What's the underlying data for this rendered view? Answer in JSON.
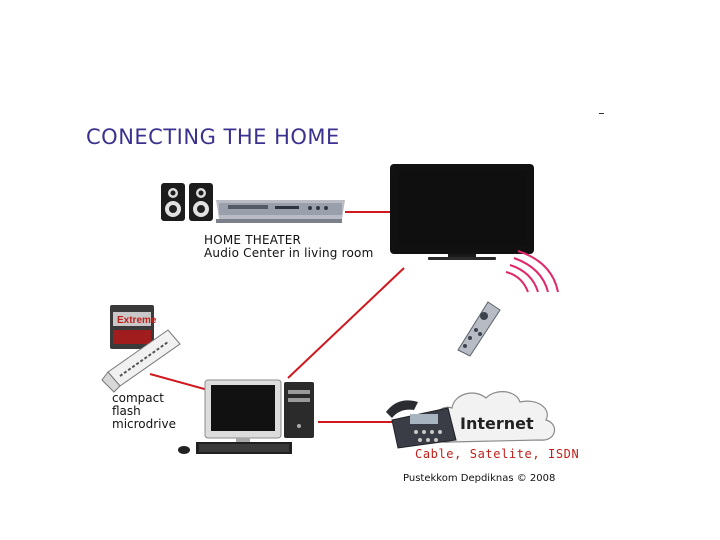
{
  "title": "CONECTING THE HOME",
  "home_theater": {
    "line1": "HOME THEATER",
    "line2": "Audio Center in living room"
  },
  "storage": {
    "lines": [
      "compact",
      "flash",
      "microdrive"
    ]
  },
  "internet": {
    "label": "Internet",
    "connection_types": "Cable, Satelite, ISDN"
  },
  "copyright": "Pustekkom Depdiknas © 2008",
  "memory_card": {
    "brand": "Extreme"
  },
  "colors": {
    "title": "#3b3290",
    "connection_line": "#d0191f",
    "signal_waves": "#e0286a",
    "connection_text": "#c0201a"
  }
}
